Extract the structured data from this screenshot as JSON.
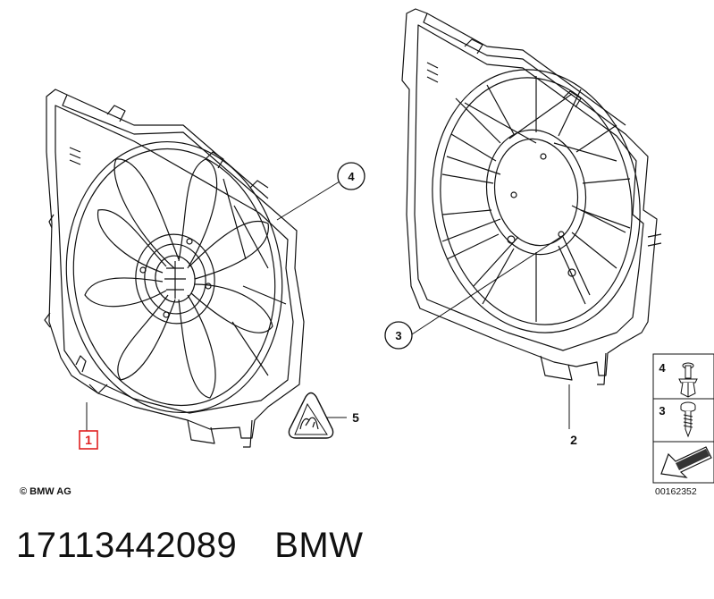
{
  "diagram": {
    "callouts": {
      "part_1": "1",
      "part_2": "2",
      "part_3": "3",
      "part_4": "4",
      "part_5": "5"
    },
    "legend": {
      "item_4": "4",
      "item_3": "3"
    },
    "copyright": "© BMW AG",
    "diagram_ref": "00162352",
    "colors": {
      "line": "#111111",
      "highlight": "#e02020"
    }
  },
  "caption": {
    "part_number": "17113442089",
    "brand": "BMW"
  }
}
